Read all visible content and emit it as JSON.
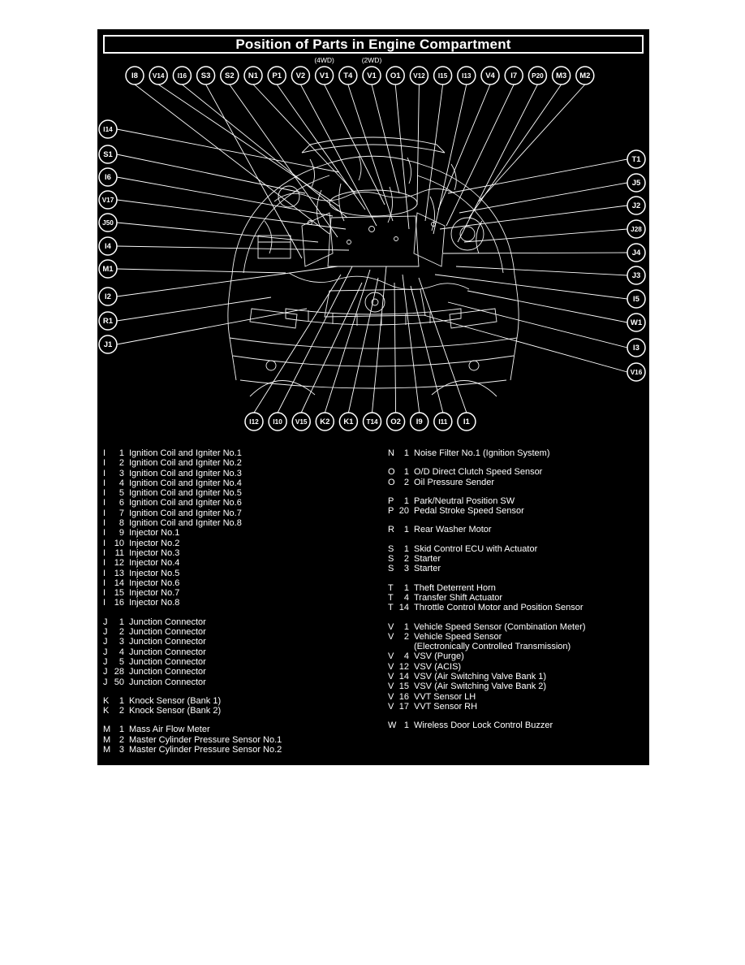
{
  "title": "Position of Parts in Engine Compartment",
  "colors": {
    "page_background": "#ffffff",
    "panel_background": "#000000",
    "line_and_text": "#ffffff"
  },
  "callouts": {
    "top": [
      "I8",
      "V14",
      "I16",
      "S3",
      "S2",
      "N1",
      "P1",
      "V2",
      "V1",
      "T4",
      "V1",
      "O1",
      "V12",
      "I15",
      "I13",
      "V4",
      "I7",
      "P20",
      "M3",
      "M2"
    ],
    "top_annotations": [
      {
        "text": "(4WD)",
        "index": 8
      },
      {
        "text": "(2WD)",
        "index": 10
      }
    ],
    "left": [
      "I14",
      "S1",
      "I6",
      "V17",
      "J50",
      "I4",
      "M1",
      "I2",
      "R1",
      "J1"
    ],
    "right": [
      "T1",
      "J5",
      "J2",
      "J28",
      "J4",
      "J3",
      "I5",
      "W1",
      "I3",
      "V16"
    ],
    "bottom": [
      "I12",
      "I10",
      "V15",
      "K2",
      "K1",
      "T14",
      "O2",
      "I9",
      "I11",
      "I1"
    ]
  },
  "legend": {
    "left_groups": [
      {
        "entries": [
          {
            "l": "I",
            "n": "1",
            "d": "Ignition Coil and Igniter No.1"
          },
          {
            "l": "I",
            "n": "2",
            "d": "Ignition Coil and Igniter No.2"
          },
          {
            "l": "I",
            "n": "3",
            "d": "Ignition Coil and Igniter No.3"
          },
          {
            "l": "I",
            "n": "4",
            "d": "Ignition Coil and Igniter No.4"
          },
          {
            "l": "I",
            "n": "5",
            "d": "Ignition Coil and Igniter No.5"
          },
          {
            "l": "I",
            "n": "6",
            "d": "Ignition Coil and Igniter No.6"
          },
          {
            "l": "I",
            "n": "7",
            "d": "Ignition Coil and Igniter No.7"
          },
          {
            "l": "I",
            "n": "8",
            "d": "Ignition Coil and Igniter No.8"
          },
          {
            "l": "I",
            "n": "9",
            "d": "Injector No.1"
          },
          {
            "l": "I",
            "n": "10",
            "d": "Injector No.2"
          },
          {
            "l": "I",
            "n": "11",
            "d": "Injector No.3"
          },
          {
            "l": "I",
            "n": "12",
            "d": "Injector No.4"
          },
          {
            "l": "I",
            "n": "13",
            "d": "Injector No.5"
          },
          {
            "l": "I",
            "n": "14",
            "d": "Injector No.6"
          },
          {
            "l": "I",
            "n": "15",
            "d": "Injector No.7"
          },
          {
            "l": "I",
            "n": "16",
            "d": "Injector No.8"
          }
        ]
      },
      {
        "entries": [
          {
            "l": "J",
            "n": "1",
            "d": "Junction Connector"
          },
          {
            "l": "J",
            "n": "2",
            "d": "Junction Connector"
          },
          {
            "l": "J",
            "n": "3",
            "d": "Junction Connector"
          },
          {
            "l": "J",
            "n": "4",
            "d": "Junction Connector"
          },
          {
            "l": "J",
            "n": "5",
            "d": "Junction Connector"
          },
          {
            "l": "J",
            "n": "28",
            "d": "Junction Connector"
          },
          {
            "l": "J",
            "n": "50",
            "d": "Junction Connector"
          }
        ]
      },
      {
        "entries": [
          {
            "l": "K",
            "n": "1",
            "d": "Knock Sensor (Bank 1)"
          },
          {
            "l": "K",
            "n": "2",
            "d": "Knock Sensor (Bank 2)"
          }
        ]
      },
      {
        "entries": [
          {
            "l": "M",
            "n": "1",
            "d": "Mass Air Flow Meter"
          },
          {
            "l": "M",
            "n": "2",
            "d": "Master Cylinder Pressure Sensor No.1"
          },
          {
            "l": "M",
            "n": "3",
            "d": "Master Cylinder Pressure Sensor No.2"
          }
        ]
      }
    ],
    "right_groups": [
      {
        "entries": [
          {
            "l": "N",
            "n": "1",
            "d": "Noise Filter No.1 (Ignition System)"
          }
        ]
      },
      {
        "entries": [
          {
            "l": "O",
            "n": "1",
            "d": "O/D Direct Clutch Speed Sensor"
          },
          {
            "l": "O",
            "n": "2",
            "d": "Oil Pressure Sender"
          }
        ]
      },
      {
        "entries": [
          {
            "l": "P",
            "n": "1",
            "d": "Park/Neutral Position SW"
          },
          {
            "l": "P",
            "n": "20",
            "d": "Pedal Stroke Speed Sensor"
          }
        ]
      },
      {
        "entries": [
          {
            "l": "R",
            "n": "1",
            "d": "Rear Washer Motor"
          }
        ]
      },
      {
        "entries": [
          {
            "l": "S",
            "n": "1",
            "d": "Skid Control ECU with Actuator"
          },
          {
            "l": "S",
            "n": "2",
            "d": "Starter"
          },
          {
            "l": "S",
            "n": "3",
            "d": "Starter"
          }
        ]
      },
      {
        "entries": [
          {
            "l": "T",
            "n": "1",
            "d": "Theft Deterrent Horn"
          },
          {
            "l": "T",
            "n": "4",
            "d": "Transfer Shift Actuator"
          },
          {
            "l": "T",
            "n": "14",
            "d": "Throttle Control Motor and Position Sensor"
          }
        ]
      },
      {
        "entries": [
          {
            "l": "V",
            "n": "1",
            "d": "Vehicle Speed Sensor (Combination Meter)"
          },
          {
            "l": "V",
            "n": "2",
            "d": "Vehicle Speed Sensor"
          },
          {
            "l": "",
            "n": "",
            "d": "(Electronically Controlled Transmission)"
          },
          {
            "l": "V",
            "n": "4",
            "d": "VSV (Purge)"
          },
          {
            "l": "V",
            "n": "12",
            "d": "VSV (ACIS)"
          },
          {
            "l": "V",
            "n": "14",
            "d": "VSV (Air Switching Valve Bank 1)"
          },
          {
            "l": "V",
            "n": "15",
            "d": "VSV (Air Switching Valve Bank 2)"
          },
          {
            "l": "V",
            "n": "16",
            "d": "VVT Sensor LH"
          },
          {
            "l": "V",
            "n": "17",
            "d": "VVT Sensor RH"
          }
        ]
      },
      {
        "entries": [
          {
            "l": "W",
            "n": "1",
            "d": "Wireless Door Lock Control Buzzer"
          }
        ]
      }
    ]
  }
}
